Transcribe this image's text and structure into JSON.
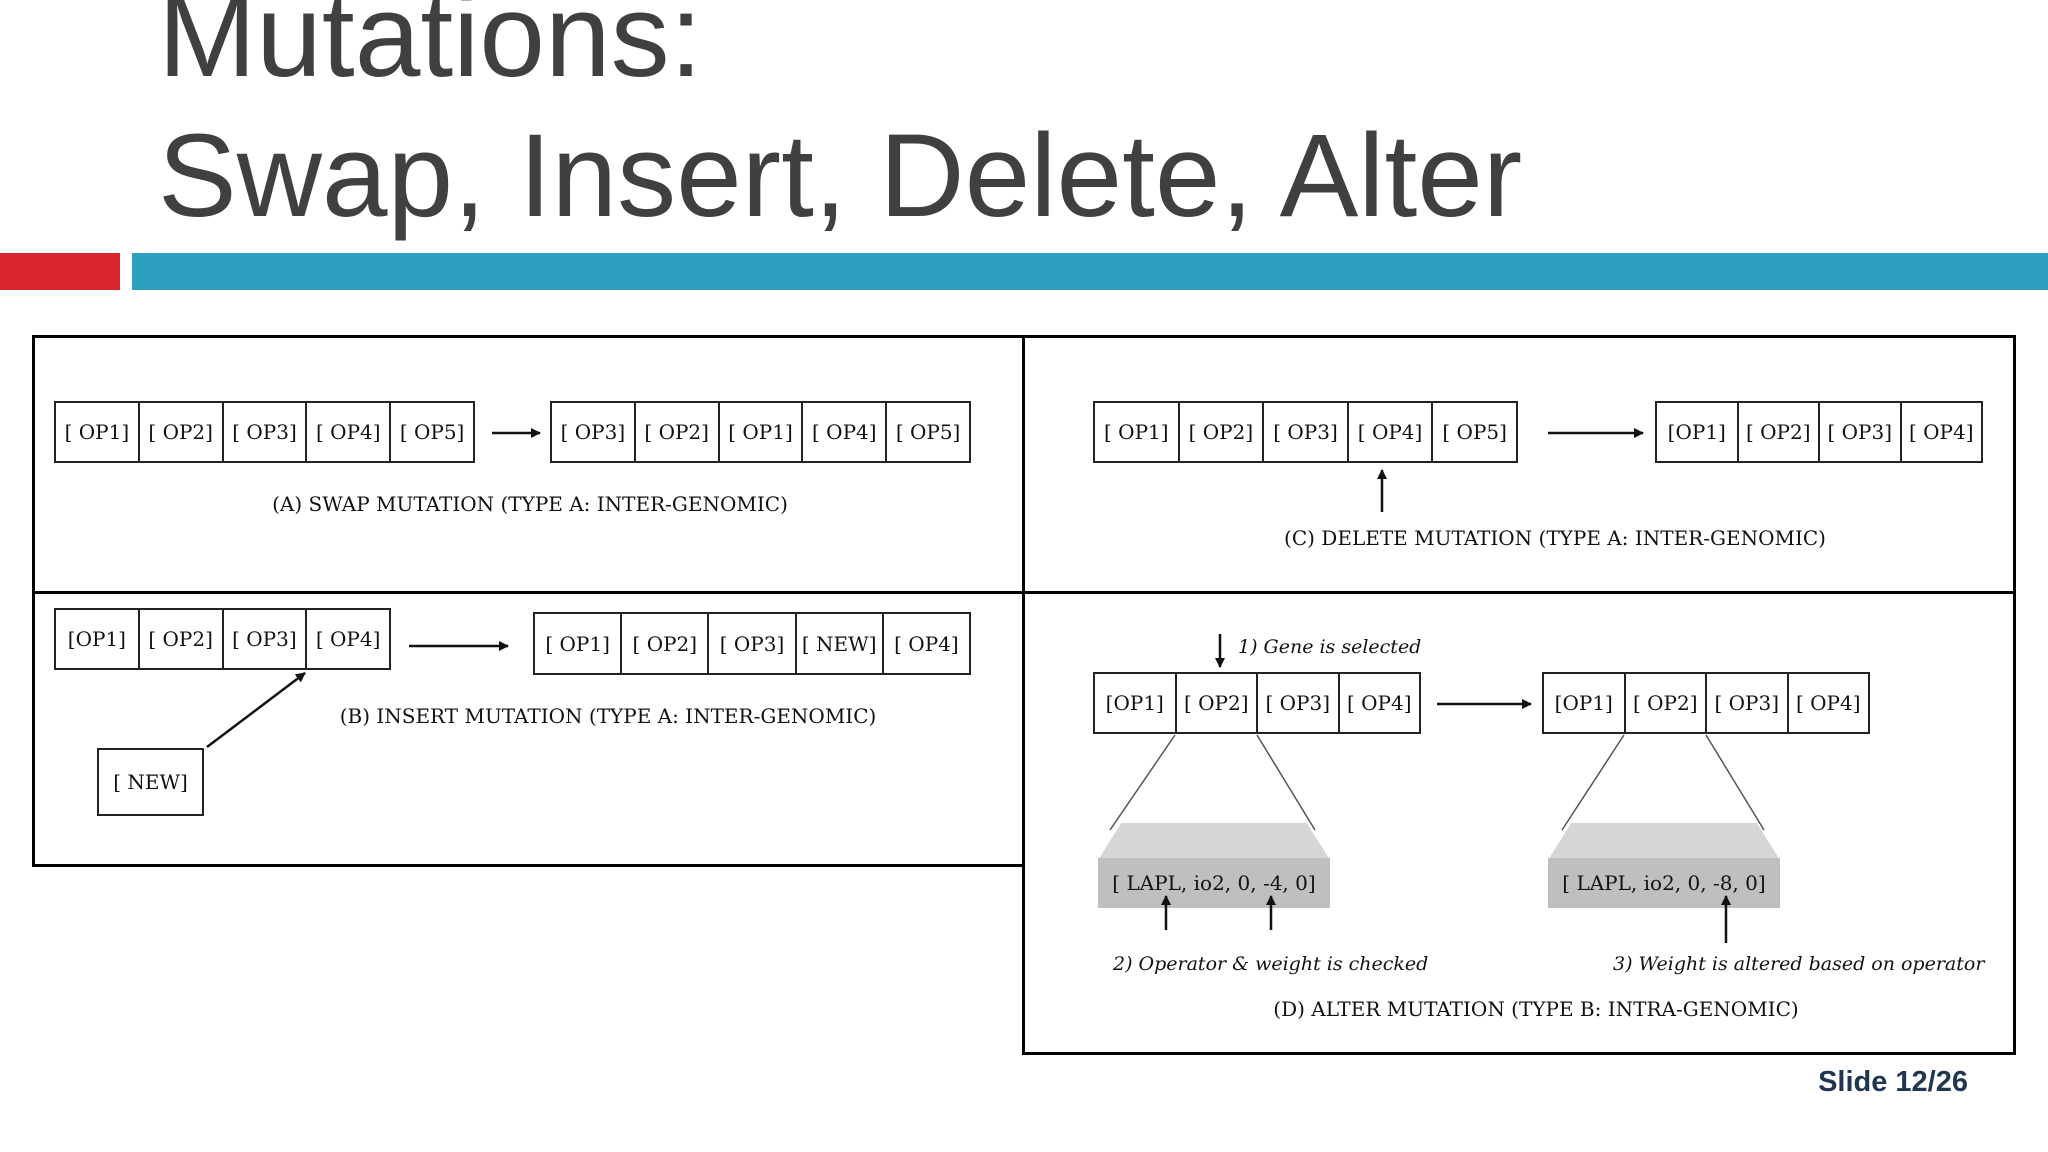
{
  "slide": {
    "title_line1": "Mutations:",
    "title_line2": "Swap, Insert, Delete, Alter",
    "number": "Slide 12/26",
    "accent_colors": {
      "red": "#d9232e",
      "blue": "#2e9fbf"
    }
  },
  "swap": {
    "before": [
      "[ OP1]",
      "[ OP2]",
      "[ OP3]",
      "[ OP4]",
      "[ OP5]"
    ],
    "after": [
      "[ OP3]",
      "[ OP2]",
      "[ OP1]",
      "[ OP4]",
      "[ OP5]"
    ],
    "caption": "(A)  SWAP MUTATION  (TYPE A: INTER-GENOMIC)"
  },
  "delete": {
    "before": [
      "[ OP1]",
      "[ OP2]",
      "[ OP3]",
      "[ OP4]",
      "[ OP5]"
    ],
    "after": [
      "[OP1]",
      "[ OP2]",
      "[ OP3]",
      "[ OP4]"
    ],
    "caption": "(C) DELETE MUTATION  (TYPE A: INTER-GENOMIC)"
  },
  "insert": {
    "before": [
      "[OP1]",
      "[ OP2]",
      "[ OP3]",
      "[ OP4]"
    ],
    "after": [
      "[ OP1]",
      "[ OP2]",
      "[ OP3]",
      "[ NEW]",
      "[ OP4]"
    ],
    "new_gene": "[ NEW]",
    "caption": "(B) INSERT MUTATION  (TYPE A: INTER-GENOMIC)"
  },
  "alter": {
    "note_selected": "1) Gene is selected",
    "before": [
      "[OP1]",
      "[ OP2]",
      "[ OP3]",
      "[ OP4]"
    ],
    "after": [
      "[OP1]",
      "[ OP2]",
      "[ OP3]",
      "[ OP4]"
    ],
    "operator_before": "[ LAPL, io2, 0, -4, 0]",
    "operator_after": "[ LAPL, io2, 0, -8, 0]",
    "note_checked": "2) Operator & weight is checked",
    "note_altered": "3) Weight is altered based on operator",
    "caption": "(D) ALTER MUTATION  (TYPE B: INTRA-GENOMIC)"
  }
}
